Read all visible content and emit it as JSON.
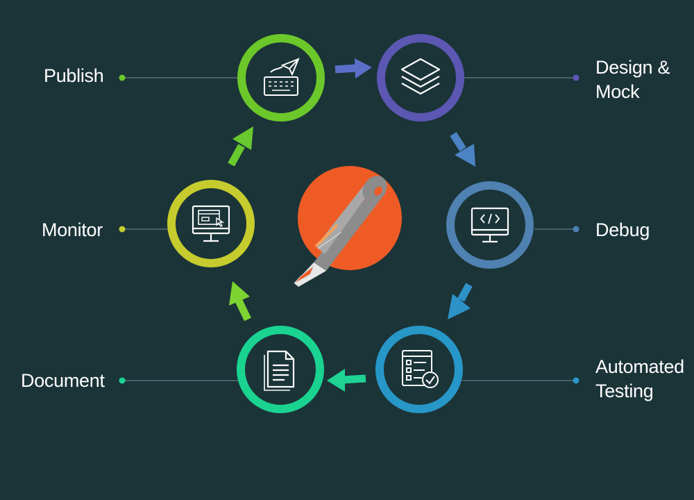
{
  "stages": {
    "publish": {
      "label": "Publish",
      "color": "#6cc82a",
      "icon": "keyboard-paper-plane-icon"
    },
    "design": {
      "label_line1": "Design &",
      "label_line2": "Mock",
      "color": "#5b57b3",
      "icon": "layers-stack-icon"
    },
    "debug": {
      "label": "Debug",
      "color": "#4f81b1",
      "icon": "code-monitor-icon"
    },
    "testing": {
      "label_line1": "Automated",
      "label_line2": "Testing",
      "color": "#2797c8",
      "icon": "checklist-icon"
    },
    "document": {
      "label": "Document",
      "color": "#1ad391",
      "icon": "document-icon"
    },
    "monitor": {
      "label": "Monitor",
      "color": "#c6cc2d",
      "icon": "desktop-browser-icon"
    }
  },
  "center_logo": {
    "icon": "postman-rocket-logo-icon",
    "color": "#ef5b25"
  },
  "colors": {
    "background": "#1b3438",
    "connector_line": "#56707a",
    "icon_stroke": "#ffffff"
  }
}
